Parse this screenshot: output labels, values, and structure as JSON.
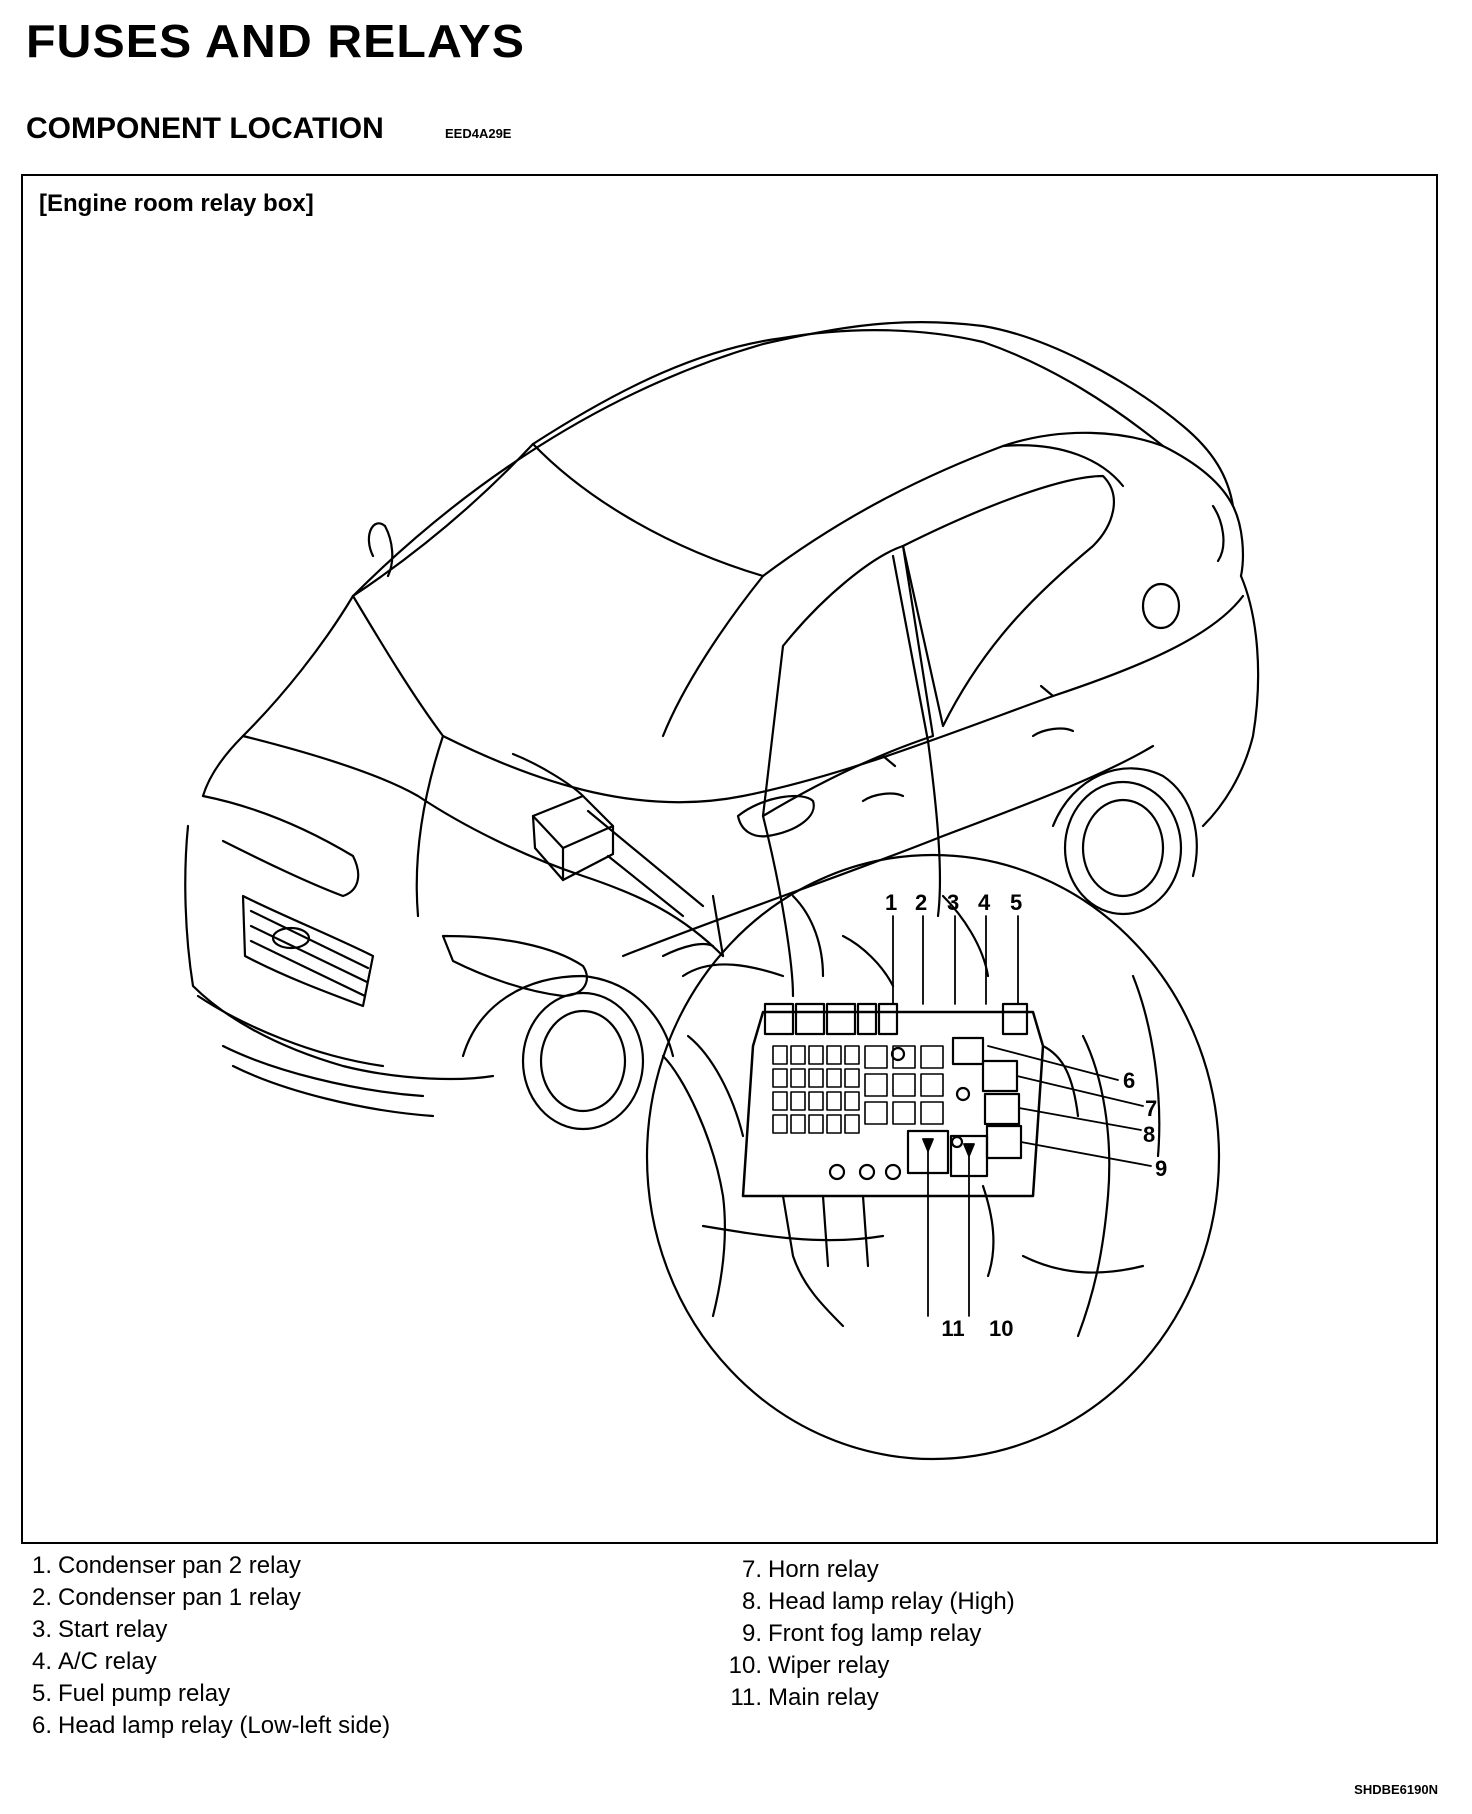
{
  "page": {
    "title": "FUSES AND RELAYS",
    "section_title": "COMPONENT LOCATION",
    "section_code": "EED4A29E"
  },
  "figure": {
    "caption": "[Engine room relay box]",
    "callouts": [
      "1",
      "2",
      "3",
      "4",
      "5",
      "6",
      "7",
      "8",
      "9",
      "10",
      "11"
    ]
  },
  "legend": {
    "left": [
      {
        "num": "1.",
        "label": "Condenser pan 2 relay"
      },
      {
        "num": "2.",
        "label": "Condenser pan 1 relay"
      },
      {
        "num": "3.",
        "label": "Start relay"
      },
      {
        "num": "4.",
        "label": "A/C relay"
      },
      {
        "num": "5.",
        "label": "Fuel pump relay"
      },
      {
        "num": "6.",
        "label": "Head lamp relay (Low-left side)"
      }
    ],
    "right": [
      {
        "num": "7.",
        "label": "Horn relay"
      },
      {
        "num": "8.",
        "label": "Head lamp relay (High)"
      },
      {
        "num": "9.",
        "label": "Front fog lamp relay"
      },
      {
        "num": "10.",
        "label": "Wiper relay"
      },
      {
        "num": "11.",
        "label": "Main relay"
      }
    ]
  },
  "footer": {
    "figure_id": "SHDBE6190N"
  }
}
